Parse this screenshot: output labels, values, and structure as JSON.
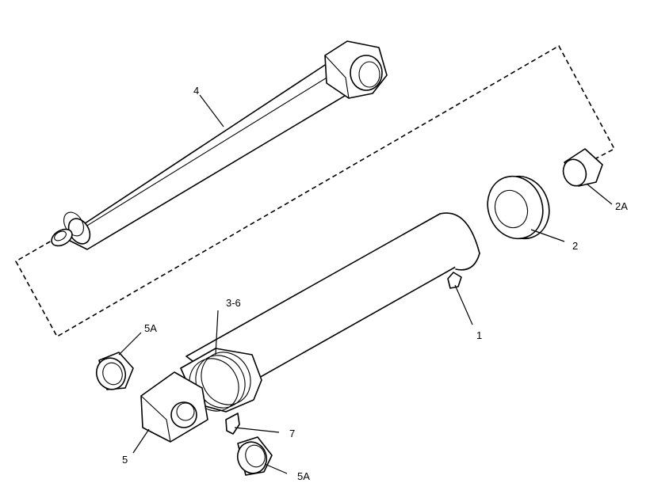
{
  "callouts": {
    "p1": "1",
    "p2": "2",
    "p2a": "2A",
    "p3_6": "3-6",
    "p4": "4",
    "p5": "5",
    "p5a_top": "5A",
    "p5a_bottom": "5A",
    "p7": "7"
  },
  "colors": {
    "line": "#000000",
    "background": "#ffffff"
  }
}
